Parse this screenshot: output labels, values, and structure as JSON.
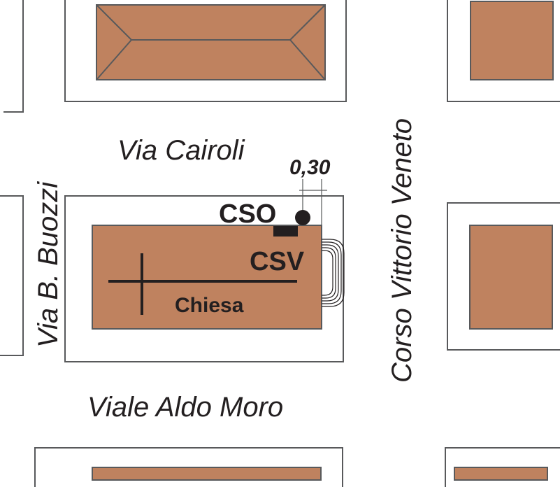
{
  "colors": {
    "building": "#bf825f",
    "outline": "#58595b",
    "ink": "#231f20",
    "background": "#ffffff"
  },
  "streets": {
    "via_cairoli": "Via Cairoli",
    "via_buozzi": "Via B. Buozzi",
    "corso_vittorio_veneto": "Corso Vittorio Veneto",
    "viale_aldo_moro": "Viale Aldo Moro"
  },
  "labels": {
    "cso": "CSO",
    "csv": "CSV",
    "chiesa": "Chiesa",
    "distance": "0,30"
  },
  "icons": {
    "cross": "cross-icon",
    "cso_marker": "circle-marker-icon",
    "csv_marker": "rectangle-marker-icon",
    "stairs": "stairs-icon"
  }
}
